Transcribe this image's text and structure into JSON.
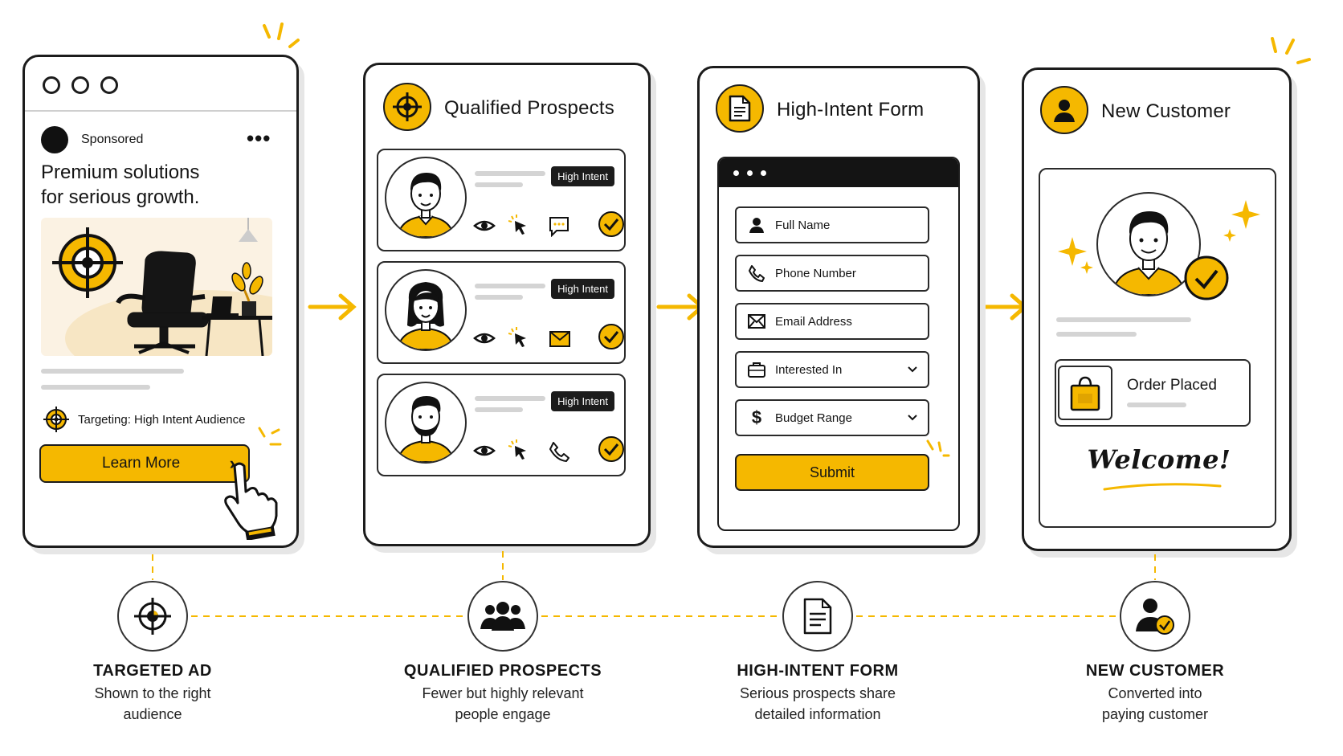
{
  "panel1": {
    "sponsored": "Sponsored",
    "headline_line1": "Premium solutions",
    "headline_line2": "for serious growth.",
    "targeting": "Targeting: High Intent Audience",
    "cta": "Learn More"
  },
  "panel2": {
    "title": "Qualified Prospects",
    "cards": [
      {
        "badge": "High Intent"
      },
      {
        "badge": "High Intent"
      },
      {
        "badge": "High Intent"
      }
    ]
  },
  "panel3": {
    "title": "High-Intent Form",
    "fields": [
      {
        "label": "Full Name"
      },
      {
        "label": "Phone Number"
      },
      {
        "label": "Email Address"
      },
      {
        "label": "Interested In"
      },
      {
        "label": "Budget Range"
      }
    ],
    "submit": "Submit"
  },
  "panel4": {
    "title": "New Customer",
    "order": "Order Placed",
    "welcome": "Welcome!"
  },
  "steps": [
    {
      "title": "TARGETED AD",
      "desc1": "Shown to the right",
      "desc2": "audience"
    },
    {
      "title": "QUALIFIED PROSPECTS",
      "desc1": "Fewer but highly relevant",
      "desc2": "people engage"
    },
    {
      "title": "HIGH-INTENT FORM",
      "desc1": "Serious prospects share",
      "desc2": "detailed information"
    },
    {
      "title": "NEW CUSTOMER",
      "desc1": "Converted into",
      "desc2": "paying customer"
    }
  ],
  "colors": {
    "accent": "#f5b800",
    "ink": "#1c1c1c"
  }
}
